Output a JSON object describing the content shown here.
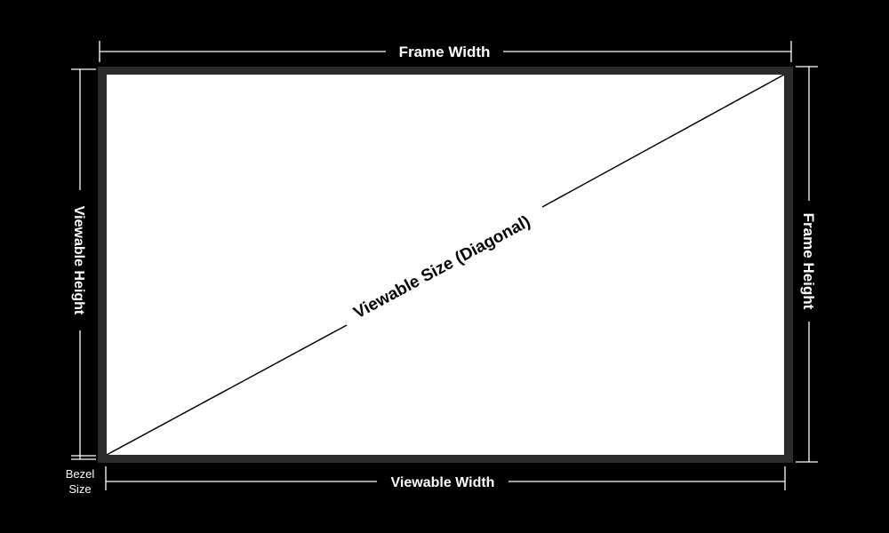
{
  "labels": {
    "frame_width": "Frame Width",
    "frame_height": "Frame Height",
    "viewable_width": "Viewable Width",
    "viewable_height": "Viewable Height",
    "viewable_size": "Viewable Size (Diagonal)",
    "bezel_line1": "Bezel",
    "bezel_line2": "Size"
  },
  "colors": {
    "background": "#000000",
    "frame": "#2b2b2b",
    "screen": "#ffffff",
    "dimension_lines": "#ffffff",
    "diagonal": "#000000"
  }
}
